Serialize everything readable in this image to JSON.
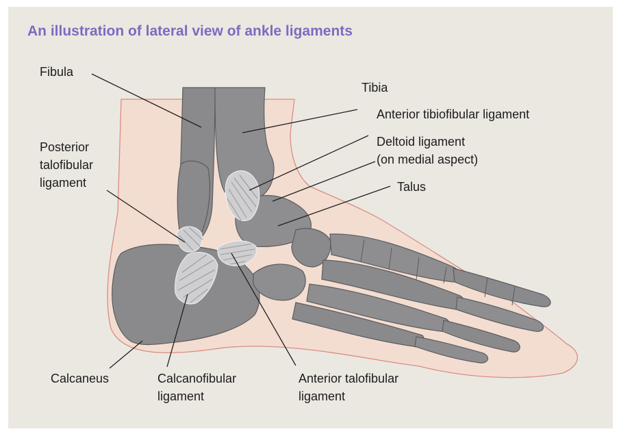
{
  "title": "An illustration of lateral view of ankle ligaments",
  "labels": {
    "fibula": "Fibula",
    "tibia": "Tibia",
    "anterior_tibiofibular": "Anterior tibiofibular ligament",
    "deltoid": [
      "Deltoid ligament",
      "(on medial aspect)"
    ],
    "talus": "Talus",
    "posterior_talofibular": [
      "Posterior",
      "talofibular",
      "ligament"
    ],
    "calcaneus": "Calcaneus",
    "calcanofibular": [
      "Calcanofibular",
      "ligament"
    ],
    "anterior_talofibular": [
      "Anterior talofibular",
      "ligament"
    ]
  },
  "colors": {
    "background": "#ebe8e2",
    "title": "#7a6cc0",
    "skin_fill": "#f3ddd0",
    "skin_outline": "#d88d82",
    "bone": "#8a8a8d",
    "ligament": "#cfcfd1"
  }
}
